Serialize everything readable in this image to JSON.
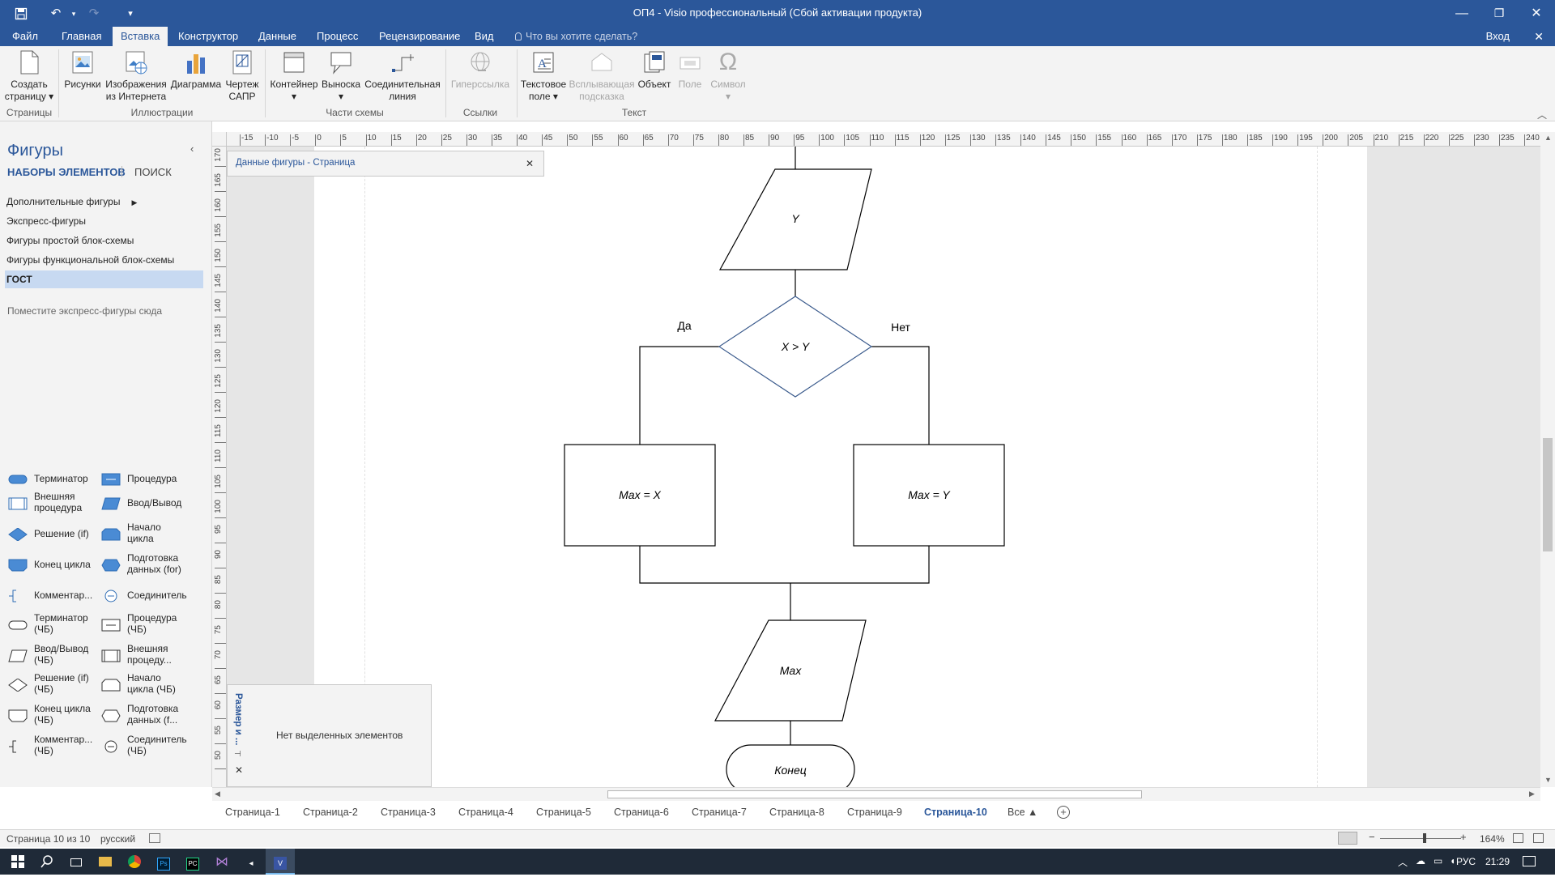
{
  "window": {
    "title": "ОП4 - Visio профессиональный (Сбой активации продукта)",
    "controls": {
      "minimize": "—",
      "restore": "❐",
      "close": "✕"
    }
  },
  "tabs": [
    "Файл",
    "Главная",
    "Вставка",
    "Конструктор",
    "Данные",
    "Процесс",
    "Рецензирование",
    "Вид"
  ],
  "active_tab": "Вставка",
  "tell_me": "Что вы хотите сделать?",
  "sign_in": "Вход",
  "ribbon": {
    "buttons": [
      {
        "id": "create-page",
        "label1": "Создать",
        "label2": "страницу ▾"
      },
      {
        "id": "pictures",
        "label1": "Рисунки",
        "label2": ""
      },
      {
        "id": "online-pictures",
        "label1": "Изображения",
        "label2": "из Интернета"
      },
      {
        "id": "chart",
        "label1": "Диаграмма",
        "label2": ""
      },
      {
        "id": "cad-drawing",
        "label1": "Чертеж",
        "label2": "САПР"
      },
      {
        "id": "container",
        "label1": "Контейнер",
        "label2": "▾"
      },
      {
        "id": "callout",
        "label1": "Выноска",
        "label2": "▾"
      },
      {
        "id": "connector",
        "label1": "Соединительная",
        "label2": "линия"
      },
      {
        "id": "hyperlink",
        "label1": "Гиперссылка",
        "label2": ""
      },
      {
        "id": "text-box",
        "label1": "Текстовое",
        "label2": "поле ▾"
      },
      {
        "id": "screentip",
        "label1": "Всплывающая",
        "label2": "подсказка"
      },
      {
        "id": "object",
        "label1": "Объект",
        "label2": ""
      },
      {
        "id": "field",
        "label1": "Поле",
        "label2": ""
      },
      {
        "id": "symbol",
        "label1": "Символ",
        "label2": "▾"
      }
    ],
    "groups": [
      "Страницы",
      "Иллюстрации",
      "Части схемы",
      "Ссылки",
      "Текст"
    ]
  },
  "shapes_panel": {
    "title": "Фигуры",
    "tabs": [
      "НАБОРЫ ЭЛЕМЕНТОВ",
      "ПОИСК"
    ],
    "stencils": [
      "Дополнительные фигуры",
      "Экспресс-фигуры",
      "Фигуры простой блок-схемы",
      "Фигуры функциональной блок-схемы"
    ],
    "selected_stencil": "ГОСТ",
    "drop_hint": "Поместите экспресс-фигуры сюда",
    "shapes": [
      {
        "l1": "Терминатор",
        "l2": "",
        "icon": "terminator-icon"
      },
      {
        "l1": "Процедура",
        "l2": "",
        "icon": "procedure-icon"
      },
      {
        "l1": "Внешняя",
        "l2": "процедура",
        "icon": "external-procedure-icon"
      },
      {
        "l1": "Ввод/Вывод",
        "l2": "",
        "icon": "input-output-icon"
      },
      {
        "l1": "Решение (if)",
        "l2": "",
        "icon": "decision-icon"
      },
      {
        "l1": "Начало",
        "l2": "цикла",
        "icon": "loop-start-icon"
      },
      {
        "l1": "Конец цикла",
        "l2": "",
        "icon": "loop-end-icon"
      },
      {
        "l1": "Подготовка",
        "l2": "данных (for)",
        "icon": "preparation-icon"
      },
      {
        "l1": "Комментар...",
        "l2": "",
        "icon": "comment-icon"
      },
      {
        "l1": "Соединитель",
        "l2": "",
        "icon": "connector-icon"
      },
      {
        "l1": "Терминатор",
        "l2": "(ЧБ)",
        "icon": "terminator-bw-icon"
      },
      {
        "l1": "Процедура",
        "l2": "(ЧБ)",
        "icon": "procedure-bw-icon"
      },
      {
        "l1": "Ввод/Вывод",
        "l2": "(ЧБ)",
        "icon": "input-output-bw-icon"
      },
      {
        "l1": "Внешняя",
        "l2": "процеду...",
        "icon": "external-procedure-bw-icon"
      },
      {
        "l1": "Решение (if)",
        "l2": "(ЧБ)",
        "icon": "decision-bw-icon"
      },
      {
        "l1": "Начало",
        "l2": "цикла (ЧБ)",
        "icon": "loop-start-bw-icon"
      },
      {
        "l1": "Конец цикла",
        "l2": "(ЧБ)",
        "icon": "loop-end-bw-icon"
      },
      {
        "l1": "Подготовка",
        "l2": "данных (f...",
        "icon": "preparation-bw-icon"
      },
      {
        "l1": "Комментар...",
        "l2": "(ЧБ)",
        "icon": "comment-bw-icon"
      },
      {
        "l1": "Соединитель",
        "l2": "(ЧБ)",
        "icon": "connector-bw-icon"
      }
    ]
  },
  "ruler": {
    "h_labels": [
      "-15",
      "-10",
      "-5",
      "0",
      "5",
      "10",
      "15",
      "20",
      "25",
      "30",
      "35",
      "40",
      "45",
      "50",
      "55",
      "60",
      "65",
      "70",
      "75",
      "80",
      "85",
      "90",
      "95",
      "100",
      "105",
      "110",
      "115",
      "120",
      "125",
      "130",
      "135",
      "140",
      "145",
      "150",
      "155",
      "160",
      "165",
      "170",
      "175",
      "180",
      "185",
      "190",
      "195",
      "200",
      "205",
      "210",
      "215",
      "220",
      "225",
      "230",
      "235",
      "240"
    ],
    "v_labels": [
      "170",
      "165",
      "160",
      "155",
      "150",
      "145",
      "140",
      "135",
      "130",
      "125",
      "120",
      "115",
      "110",
      "105",
      "100",
      "95",
      "90",
      "85",
      "80",
      "75",
      "70",
      "65",
      "60",
      "55",
      "50"
    ]
  },
  "shape_data_panel": {
    "title": "Данные фигуры - Страница"
  },
  "size_panel": {
    "vertical_title": "Размер и ...",
    "message": "Нет выделенных элементов"
  },
  "diagram": {
    "io_y": "Y",
    "decision": "X > Y",
    "yes": "Да",
    "no": "Нет",
    "proc_left": "Max = X",
    "proc_right": "Max = Y",
    "io_max": "Max",
    "end": "Конец"
  },
  "page_tabs": [
    "Страница-1",
    "Страница-2",
    "Страница-3",
    "Страница-4",
    "Страница-5",
    "Страница-6",
    "Страница-7",
    "Страница-8",
    "Страница-9",
    "Страница-10"
  ],
  "active_page": "Страница-10",
  "all_pages": "Все ▲",
  "status": {
    "page": "Страница 10 из 10",
    "language": "русский",
    "zoom": "164%"
  },
  "taskbar": {
    "lang": "РУС",
    "time": "21:29"
  }
}
